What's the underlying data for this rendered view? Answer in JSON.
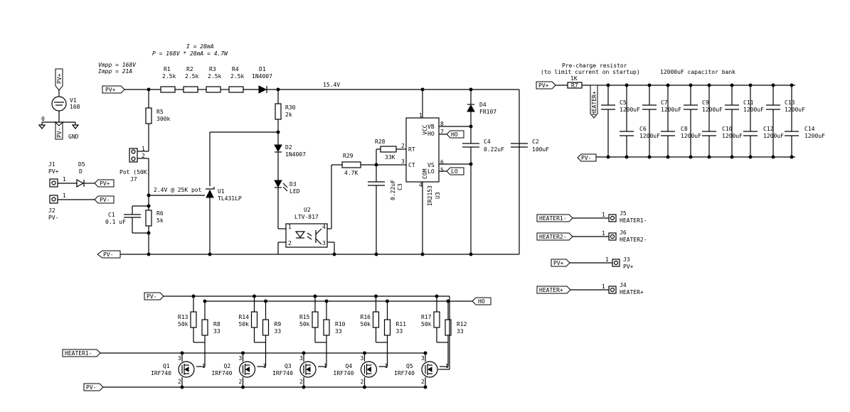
{
  "notes": {
    "current": "I = 28mA",
    "power": "P = 168V * 28mA = 4.7W",
    "vmpp": "Vmpp = 168V",
    "impp": "Impp = 21A",
    "rail": "15.4V",
    "vref": "2.4V @ 25K pot",
    "precharge_1": "Pre-charge resistor",
    "precharge_2": "(to limit current on startup)",
    "bank": "12000uF capacitor bank"
  },
  "source": {
    "ref": "V1",
    "value": "168",
    "top_label": "PV+",
    "bottom_label": "PV-",
    "zero": "0",
    "gnd": "GND"
  },
  "labels": {
    "pv_plus": "PV+",
    "pv_minus": "PV-",
    "ho": "HO",
    "lo": "LO",
    "heater_plus": "HEATER+",
    "heater1_minus": "HEATER1-",
    "heater2_minus": "HEATER2-"
  },
  "resistors": {
    "r1": {
      "ref": "R1",
      "value": "2.5k"
    },
    "r2": {
      "ref": "R2",
      "value": "2.5k"
    },
    "r3": {
      "ref": "R3",
      "value": "2.5k"
    },
    "r4": {
      "ref": "R4",
      "value": "2.5k"
    },
    "r5": {
      "ref": "R5",
      "value": "300k"
    },
    "r6": {
      "ref": "R6",
      "value": "5k"
    },
    "r7": {
      "ref": "R7",
      "value": "1K"
    },
    "r8": {
      "ref": "R8",
      "value": "33"
    },
    "r9": {
      "ref": "R9",
      "value": "33"
    },
    "r10": {
      "ref": "R10",
      "value": "33"
    },
    "r11": {
      "ref": "R11",
      "value": "33"
    },
    "r12": {
      "ref": "R12",
      "value": "33"
    },
    "r13": {
      "ref": "R13",
      "value": "50k"
    },
    "r14": {
      "ref": "R14",
      "value": "50k"
    },
    "r15": {
      "ref": "R15",
      "value": "50k"
    },
    "r16": {
      "ref": "R16",
      "value": "50k"
    },
    "r17": {
      "ref": "R17",
      "value": "50k"
    },
    "r28": {
      "ref": "R28",
      "value": "33K"
    },
    "r29": {
      "ref": "R29",
      "value": "4.7K"
    },
    "r30": {
      "ref": "R30",
      "value": "2k"
    }
  },
  "diodes": {
    "d1": {
      "ref": "D1",
      "value": "1N4007"
    },
    "d2": {
      "ref": "D2",
      "value": "1N4007"
    },
    "d3": {
      "ref": "D3",
      "value": "LED"
    },
    "d4": {
      "ref": "D4",
      "value": "FR107"
    },
    "d5": {
      "ref": "D5",
      "value": "D"
    }
  },
  "capacitors": {
    "c1": {
      "ref": "C1",
      "value": "0.1 uF"
    },
    "c2": {
      "ref": "C2",
      "value": "100uF"
    },
    "c3": {
      "ref": "C3",
      "value": "0.22uF"
    },
    "c4": {
      "ref": "C4",
      "value": "0.22uF"
    },
    "bank": [
      {
        "ref": "C5",
        "value": "1200uF"
      },
      {
        "ref": "C6",
        "value": "1200uF"
      },
      {
        "ref": "C7",
        "value": "1200uF"
      },
      {
        "ref": "C8",
        "value": "1200uF"
      },
      {
        "ref": "C9",
        "value": "1200uF"
      },
      {
        "ref": "C10",
        "value": "1200uF"
      },
      {
        "ref": "C11",
        "value": "1200uF"
      },
      {
        "ref": "C12",
        "value": "1200uF"
      },
      {
        "ref": "C13",
        "value": "1200uF"
      },
      {
        "ref": "C14",
        "value": "1200uF"
      }
    ]
  },
  "ics": {
    "u1": {
      "ref": "U1",
      "value": "TL431LP"
    },
    "u2": {
      "ref": "U2",
      "value": "LTV-817"
    },
    "u3": {
      "ref": "U3",
      "value": "IR2153"
    }
  },
  "ir2153_pins": {
    "vcc": "VCC",
    "vb": "VB",
    "ho": "HO",
    "rt": "RT",
    "ct": "CT",
    "vs": "VS",
    "lo": "LO",
    "com": "COM",
    "n1": "1",
    "n2": "2",
    "n3": "3",
    "n4": "4",
    "n5": "5",
    "n6": "6",
    "n7": "7",
    "n8": "8"
  },
  "connectors": {
    "j1": {
      "ref": "J1",
      "value": "PV+",
      "pin": "1"
    },
    "j2": {
      "ref": "J2",
      "value": "PV-",
      "pin": "1"
    },
    "j3": {
      "ref": "J3",
      "value": "PV+",
      "pin": "1"
    },
    "j4": {
      "ref": "J4",
      "value": "HEATER+",
      "pin": "1"
    },
    "j5": {
      "ref": "J5",
      "value": "HEATER1-",
      "pin": "1"
    },
    "j6": {
      "ref": "J6",
      "value": "HEATER2-",
      "pin": "1"
    },
    "j7": {
      "ref": "J7",
      "value": "Pot (50K)",
      "pin1": "1",
      "pin2": "2"
    }
  },
  "mosfets": [
    {
      "ref": "Q1",
      "value": "IRF740"
    },
    {
      "ref": "Q2",
      "value": "IRF740"
    },
    {
      "ref": "Q3",
      "value": "IRF740"
    },
    {
      "ref": "Q4",
      "value": "IRF740"
    },
    {
      "ref": "Q5",
      "value": "IRF740"
    }
  ],
  "pin_numbers": {
    "p1": "1",
    "p2": "2",
    "p3": "3",
    "p4": "4"
  }
}
